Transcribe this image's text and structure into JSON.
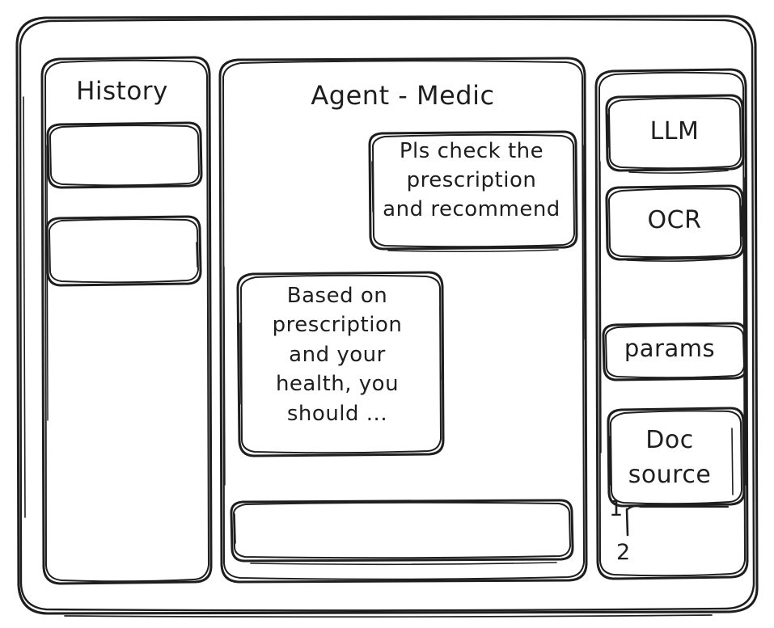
{
  "window": {
    "style": "hand-drawn-wireframe",
    "stroke_color": "#1e1e1e",
    "background_color": "#ffffff"
  },
  "sidebar_left": {
    "title": "History",
    "items": [
      {
        "label": "",
        "name": "history-item-1"
      },
      {
        "label": "",
        "name": "history-item-2"
      }
    ]
  },
  "main": {
    "title": "Agent - Medic",
    "messages": [
      {
        "role": "user",
        "align": "right",
        "text": "Pls check the\nprescription\nand recommend"
      },
      {
        "role": "assistant",
        "align": "left",
        "text": "Based on\nprescription\nand your\nhealth, you\nshould ..."
      }
    ],
    "composer": {
      "value": "",
      "placeholder": ""
    }
  },
  "sidebar_right": {
    "items": [
      {
        "label": "LLM",
        "name": "llm-panel"
      },
      {
        "label": "OCR",
        "name": "ocr-panel"
      },
      {
        "label": "params",
        "name": "params-panel"
      },
      {
        "label": "Doc\nsource",
        "name": "doc-source-panel"
      }
    ],
    "source_list": [
      {
        "label": "1"
      },
      {
        "label": "2"
      }
    ]
  }
}
